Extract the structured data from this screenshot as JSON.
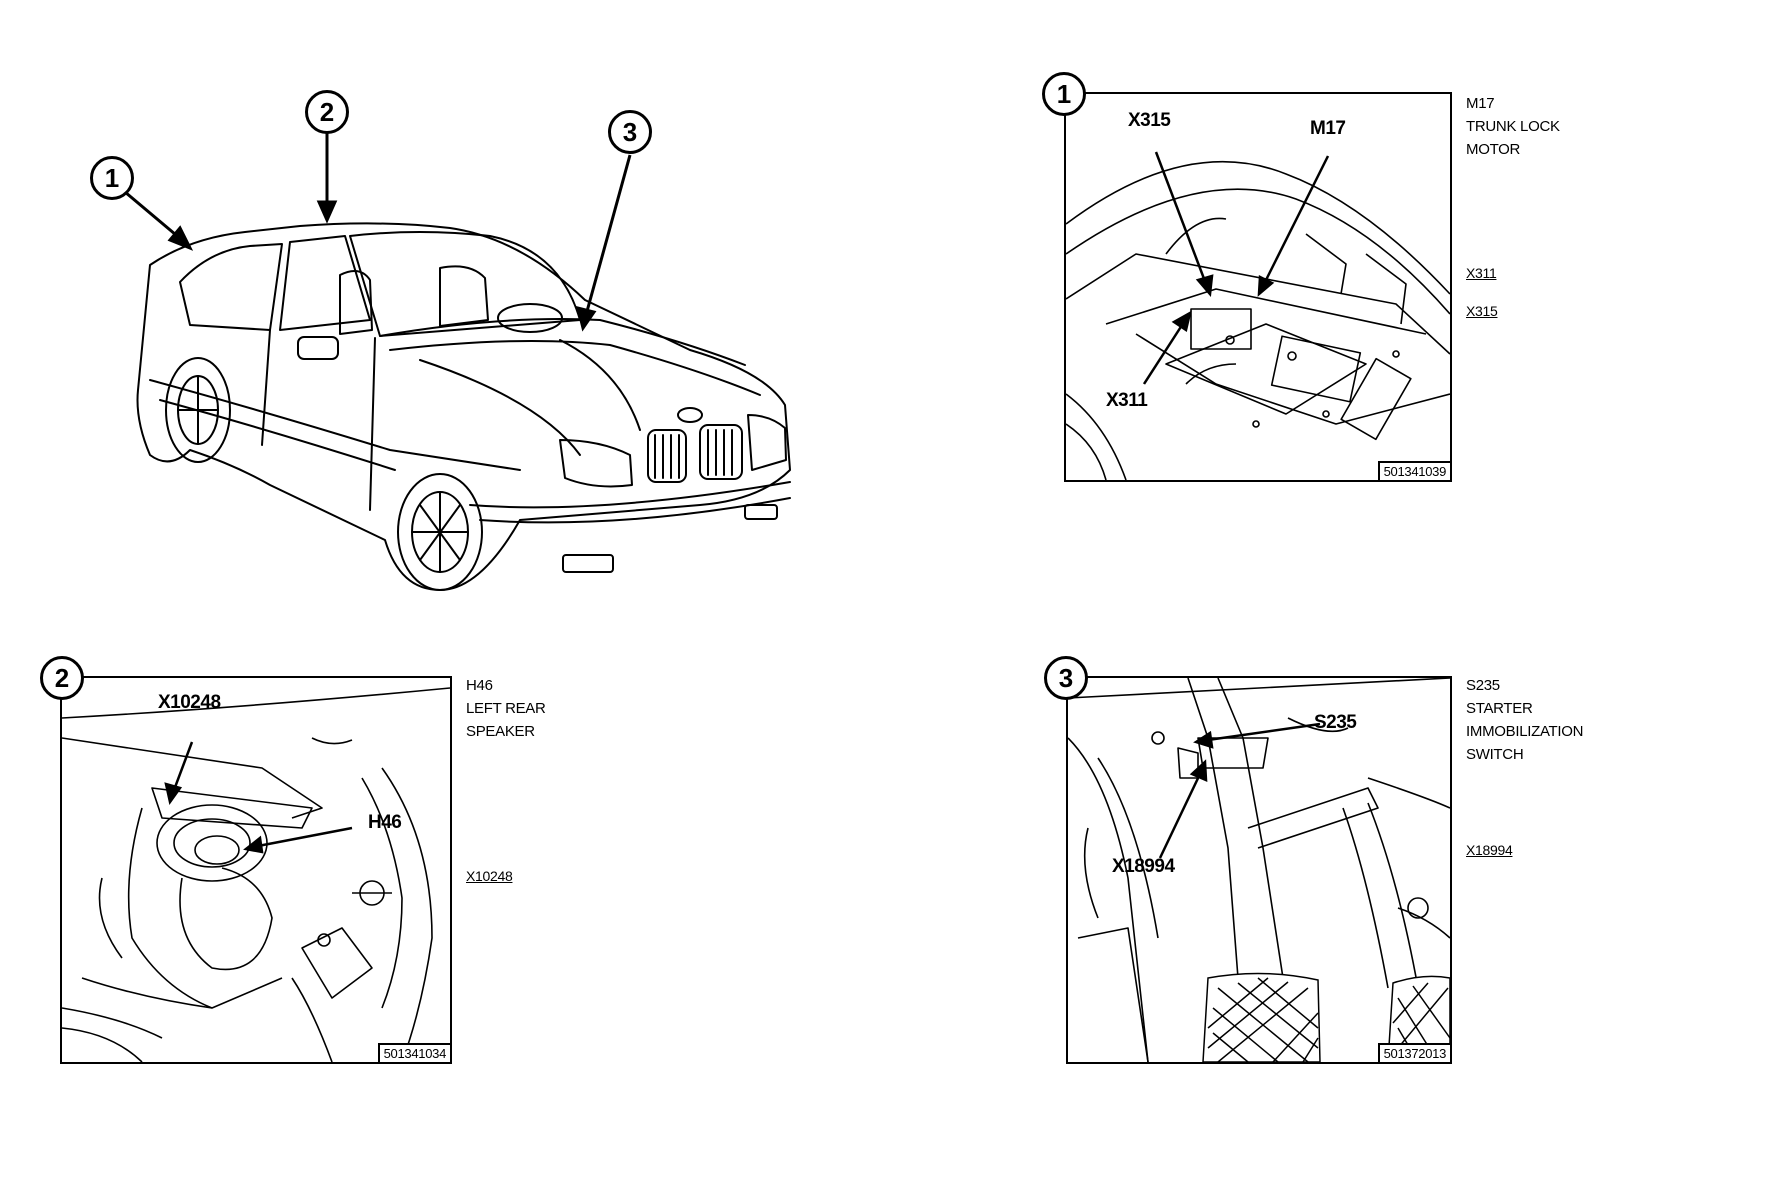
{
  "overview": {
    "markers": [
      "1",
      "2",
      "3"
    ]
  },
  "panels": [
    {
      "number": "1",
      "side_label": [
        "M17",
        "TRUNK LOCK",
        "MOTOR"
      ],
      "refs": [
        "X311",
        "X315"
      ],
      "callouts": [
        "X315",
        "M17",
        "X311"
      ],
      "code": "501341039"
    },
    {
      "number": "2",
      "side_label": [
        "H46",
        "LEFT REAR",
        "SPEAKER"
      ],
      "refs": [
        "X10248"
      ],
      "callouts": [
        "X10248",
        "H46"
      ],
      "code": "501341034"
    },
    {
      "number": "3",
      "side_label": [
        "S235",
        "STARTER",
        "IMMOBILIZATION",
        "SWITCH"
      ],
      "refs": [
        "X18994"
      ],
      "callouts": [
        "S235",
        "X18994"
      ],
      "code": "501372013"
    }
  ]
}
